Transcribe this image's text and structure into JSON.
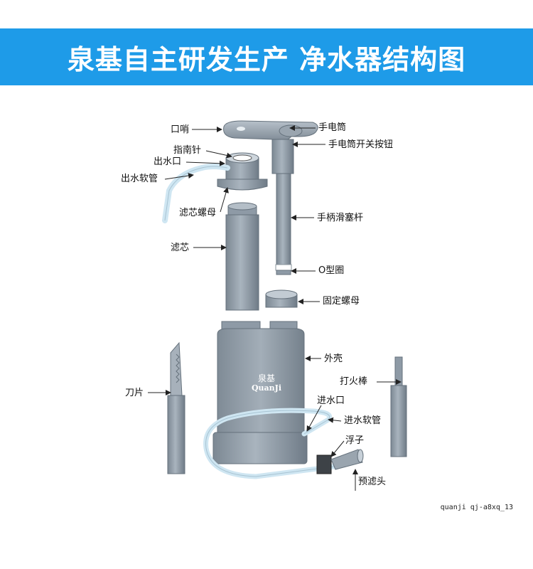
{
  "header": {
    "title": "泉基自主研发生产  净水器结构图"
  },
  "brand": {
    "cn": "泉基",
    "en": "QuanJi"
  },
  "labels": {
    "koushao": "口哨",
    "shoudiantong": "手电筒",
    "zhinanzhen": "指南针",
    "shoudiantong_switch": "手电筒开关按钮",
    "chushuikou": "出水口",
    "chushui_ruanguan": "出水软管",
    "lvxin_luomu": "滤芯螺母",
    "shoubing_huasaigan": "手柄滑塞杆",
    "lvxin": "滤芯",
    "o_ring": "O型圈",
    "guding_luomu": "固定螺母",
    "waike": "外壳",
    "dahuobang": "打火棒",
    "daopian": "刀片",
    "jinshuikou": "进水口",
    "jinshui_ruanguan": "进水软管",
    "fuzi": "浮子",
    "yulvtou": "预滤头"
  },
  "footer": {
    "code": "quanji  qj-a8xq_13"
  },
  "colors": {
    "banner": "#1e9be8",
    "part": "#8e9aa6",
    "part_dark": "#6f7b87",
    "hose": "#cfe6f2"
  }
}
